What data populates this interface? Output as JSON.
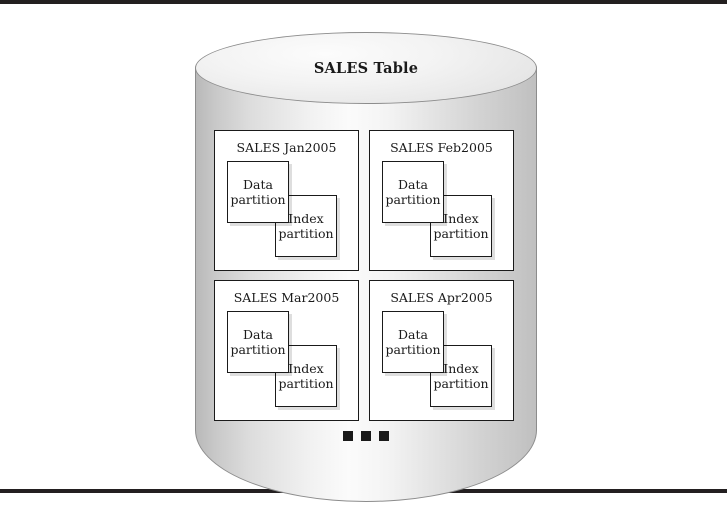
{
  "figure": {
    "cylinder": {
      "title": "SALES Table"
    },
    "partitions": [
      {
        "title": "SALES Jan2005",
        "data_partition": {
          "line1": "Data",
          "line2": "partition"
        },
        "index_partition": {
          "line1": "Index",
          "line2": "partition"
        }
      },
      {
        "title": "SALES Feb2005",
        "data_partition": {
          "line1": "Data",
          "line2": "partition"
        },
        "index_partition": {
          "line1": "Index",
          "line2": "partition"
        }
      },
      {
        "title": "SALES Mar2005",
        "data_partition": {
          "line1": "Data",
          "line2": "partition"
        },
        "index_partition": {
          "line1": "Index",
          "line2": "partition"
        }
      },
      {
        "title": "SALES Apr2005",
        "data_partition": {
          "line1": "Data",
          "line2": "partition"
        },
        "index_partition": {
          "line1": "Index",
          "line2": "partition"
        }
      }
    ],
    "continuation": {
      "icon": "ellipsis-squares",
      "count": 3
    },
    "colors": {
      "rule": "#231f20",
      "outline": "#1a1a1a",
      "cylinder_shade_dark": "#b9b9b9",
      "cylinder_shade_light": "#fbfbfb",
      "box_fill": "#ffffff"
    }
  }
}
